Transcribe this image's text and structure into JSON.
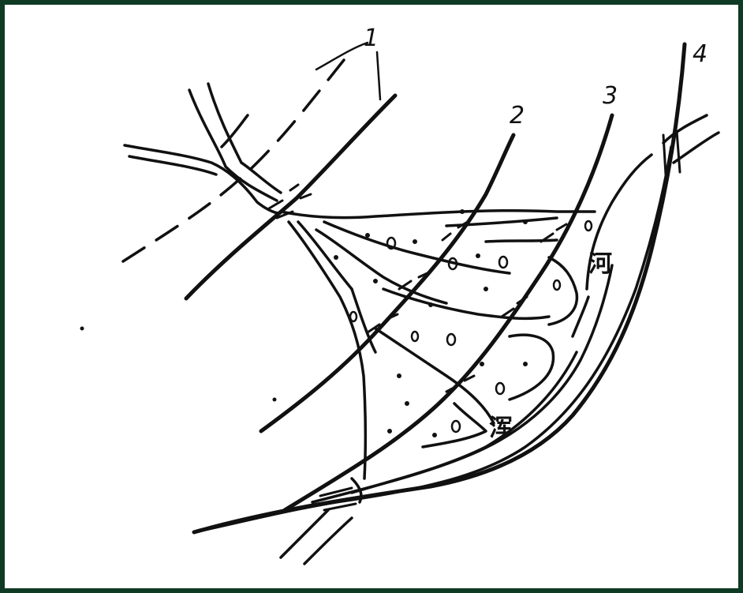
{
  "labels": {
    "road1": "1",
    "road2": "2",
    "road3": "3",
    "road4": "4",
    "char_he": "河",
    "char_hun": "浑"
  }
}
